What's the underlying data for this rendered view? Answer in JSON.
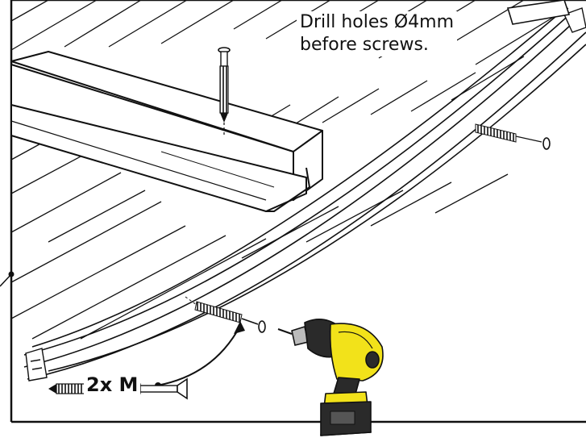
{
  "instruction": {
    "line1": "Drill holes Ø4mm",
    "line2": "before screws."
  },
  "parts": {
    "quantity_label": "2x M"
  },
  "icons": {
    "drill": "cordless-drill-icon",
    "screw": "screw-icon"
  },
  "colors": {
    "line": "#111111",
    "drill_body": "#f2e21a",
    "drill_dark": "#2a2a2a",
    "background": "#ffffff"
  }
}
